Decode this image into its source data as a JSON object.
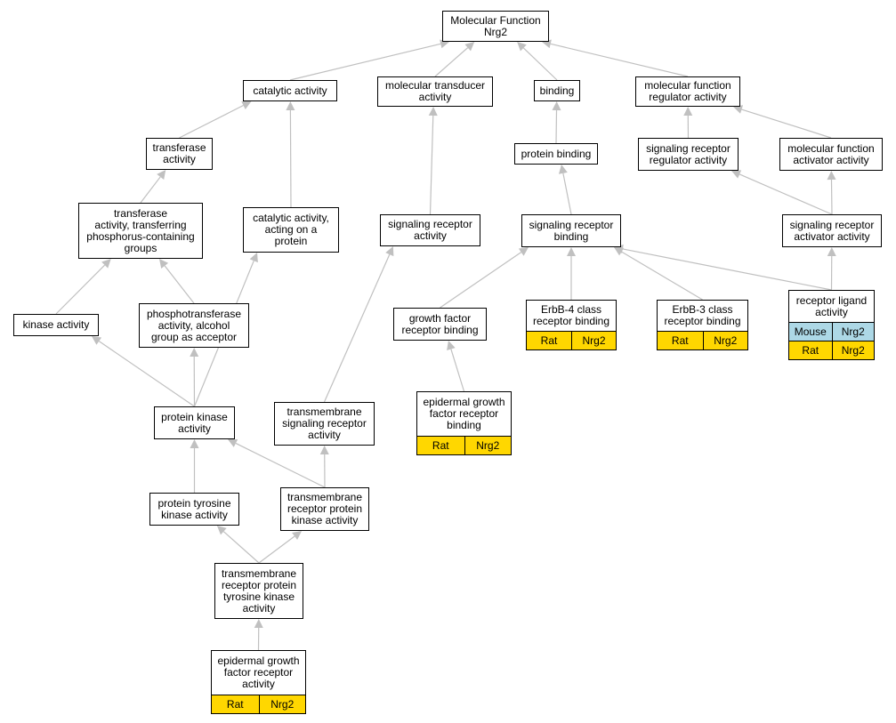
{
  "colors": {
    "edge": "#c0c0c0",
    "rat": "#ffd700",
    "mouse": "#add8e6",
    "border": "#000000",
    "background": "#ffffff"
  },
  "nodes": [
    {
      "id": "mf",
      "label": "Molecular Function\nNrg2"
    },
    {
      "id": "catalytic",
      "label": "catalytic activity"
    },
    {
      "id": "transducer",
      "label": "molecular transducer\nactivity"
    },
    {
      "id": "binding",
      "label": "binding"
    },
    {
      "id": "regulator",
      "label": "molecular function\nregulator activity"
    },
    {
      "id": "transferase",
      "label": "transferase\nactivity"
    },
    {
      "id": "protein-binding",
      "label": "protein binding"
    },
    {
      "id": "sr-regulator",
      "label": "signaling receptor\nregulator activity"
    },
    {
      "id": "mf-activator",
      "label": "molecular function\nactivator activity"
    },
    {
      "id": "transferase-phospho",
      "label": "transferase\nactivity, transferring\nphosphorus-containing\ngroups"
    },
    {
      "id": "catalytic-protein",
      "label": "catalytic activity,\nacting on a\nprotein"
    },
    {
      "id": "sr-activity",
      "label": "signaling receptor\nactivity"
    },
    {
      "id": "sr-binding",
      "label": "signaling receptor\nbinding"
    },
    {
      "id": "sr-activator",
      "label": "signaling receptor\nactivator activity"
    },
    {
      "id": "kinase",
      "label": "kinase activity"
    },
    {
      "id": "phosphotransferase",
      "label": "phosphotransferase\nactivity, alcohol\ngroup as acceptor"
    },
    {
      "id": "gf-binding",
      "label": "growth factor\nreceptor binding"
    },
    {
      "id": "erbb4",
      "label": "ErbB-4 class\nreceptor binding",
      "annotations": [
        [
          "Rat",
          "Nrg2"
        ]
      ]
    },
    {
      "id": "erbb3",
      "label": "ErbB-3 class\nreceptor binding",
      "annotations": [
        [
          "Rat",
          "Nrg2"
        ]
      ]
    },
    {
      "id": "ligand",
      "label": "receptor ligand\nactivity",
      "annotations": [
        [
          "Mouse",
          "Nrg2"
        ],
        [
          "Rat",
          "Nrg2"
        ]
      ]
    },
    {
      "id": "protein-kinase",
      "label": "protein kinase\nactivity"
    },
    {
      "id": "tm-signaling",
      "label": "transmembrane\nsignaling receptor\nactivity"
    },
    {
      "id": "egf-binding",
      "label": "epidermal growth\nfactor receptor\nbinding",
      "annotations": [
        [
          "Rat",
          "Nrg2"
        ]
      ]
    },
    {
      "id": "ptk",
      "label": "protein tyrosine\nkinase activity"
    },
    {
      "id": "tm-rpk",
      "label": "transmembrane\nreceptor protein\nkinase activity"
    },
    {
      "id": "tm-rptk",
      "label": "transmembrane\nreceptor protein\ntyrosine kinase\nactivity"
    },
    {
      "id": "egfr",
      "label": "epidermal growth\nfactor receptor\nactivity",
      "annotations": [
        [
          "Rat",
          "Nrg2"
        ]
      ]
    }
  ],
  "edges": [
    {
      "from": "catalytic",
      "to": "mf"
    },
    {
      "from": "transducer",
      "to": "mf"
    },
    {
      "from": "binding",
      "to": "mf"
    },
    {
      "from": "regulator",
      "to": "mf"
    },
    {
      "from": "transferase",
      "to": "catalytic"
    },
    {
      "from": "catalytic-protein",
      "to": "catalytic"
    },
    {
      "from": "protein-binding",
      "to": "binding"
    },
    {
      "from": "sr-regulator",
      "to": "regulator"
    },
    {
      "from": "mf-activator",
      "to": "regulator"
    },
    {
      "from": "transferase-phospho",
      "to": "transferase"
    },
    {
      "from": "sr-activity",
      "to": "transducer"
    },
    {
      "from": "sr-binding",
      "to": "protein-binding"
    },
    {
      "from": "sr-activator",
      "to": "sr-regulator"
    },
    {
      "from": "sr-activator",
      "to": "mf-activator"
    },
    {
      "from": "kinase",
      "to": "transferase-phospho"
    },
    {
      "from": "phosphotransferase",
      "to": "transferase-phospho"
    },
    {
      "from": "gf-binding",
      "to": "sr-binding"
    },
    {
      "from": "erbb4",
      "to": "sr-binding"
    },
    {
      "from": "erbb3",
      "to": "sr-binding"
    },
    {
      "from": "ligand",
      "to": "sr-binding"
    },
    {
      "from": "ligand",
      "to": "sr-activator"
    },
    {
      "from": "protein-kinase",
      "to": "kinase"
    },
    {
      "from": "protein-kinase",
      "to": "phosphotransferase"
    },
    {
      "from": "protein-kinase",
      "to": "catalytic-protein"
    },
    {
      "from": "tm-signaling",
      "to": "sr-activity"
    },
    {
      "from": "egf-binding",
      "to": "gf-binding"
    },
    {
      "from": "ptk",
      "to": "protein-kinase"
    },
    {
      "from": "tm-rpk",
      "to": "protein-kinase"
    },
    {
      "from": "tm-rpk",
      "to": "tm-signaling"
    },
    {
      "from": "tm-rptk",
      "to": "ptk"
    },
    {
      "from": "tm-rptk",
      "to": "tm-rpk"
    },
    {
      "from": "egfr",
      "to": "tm-rptk"
    }
  ]
}
